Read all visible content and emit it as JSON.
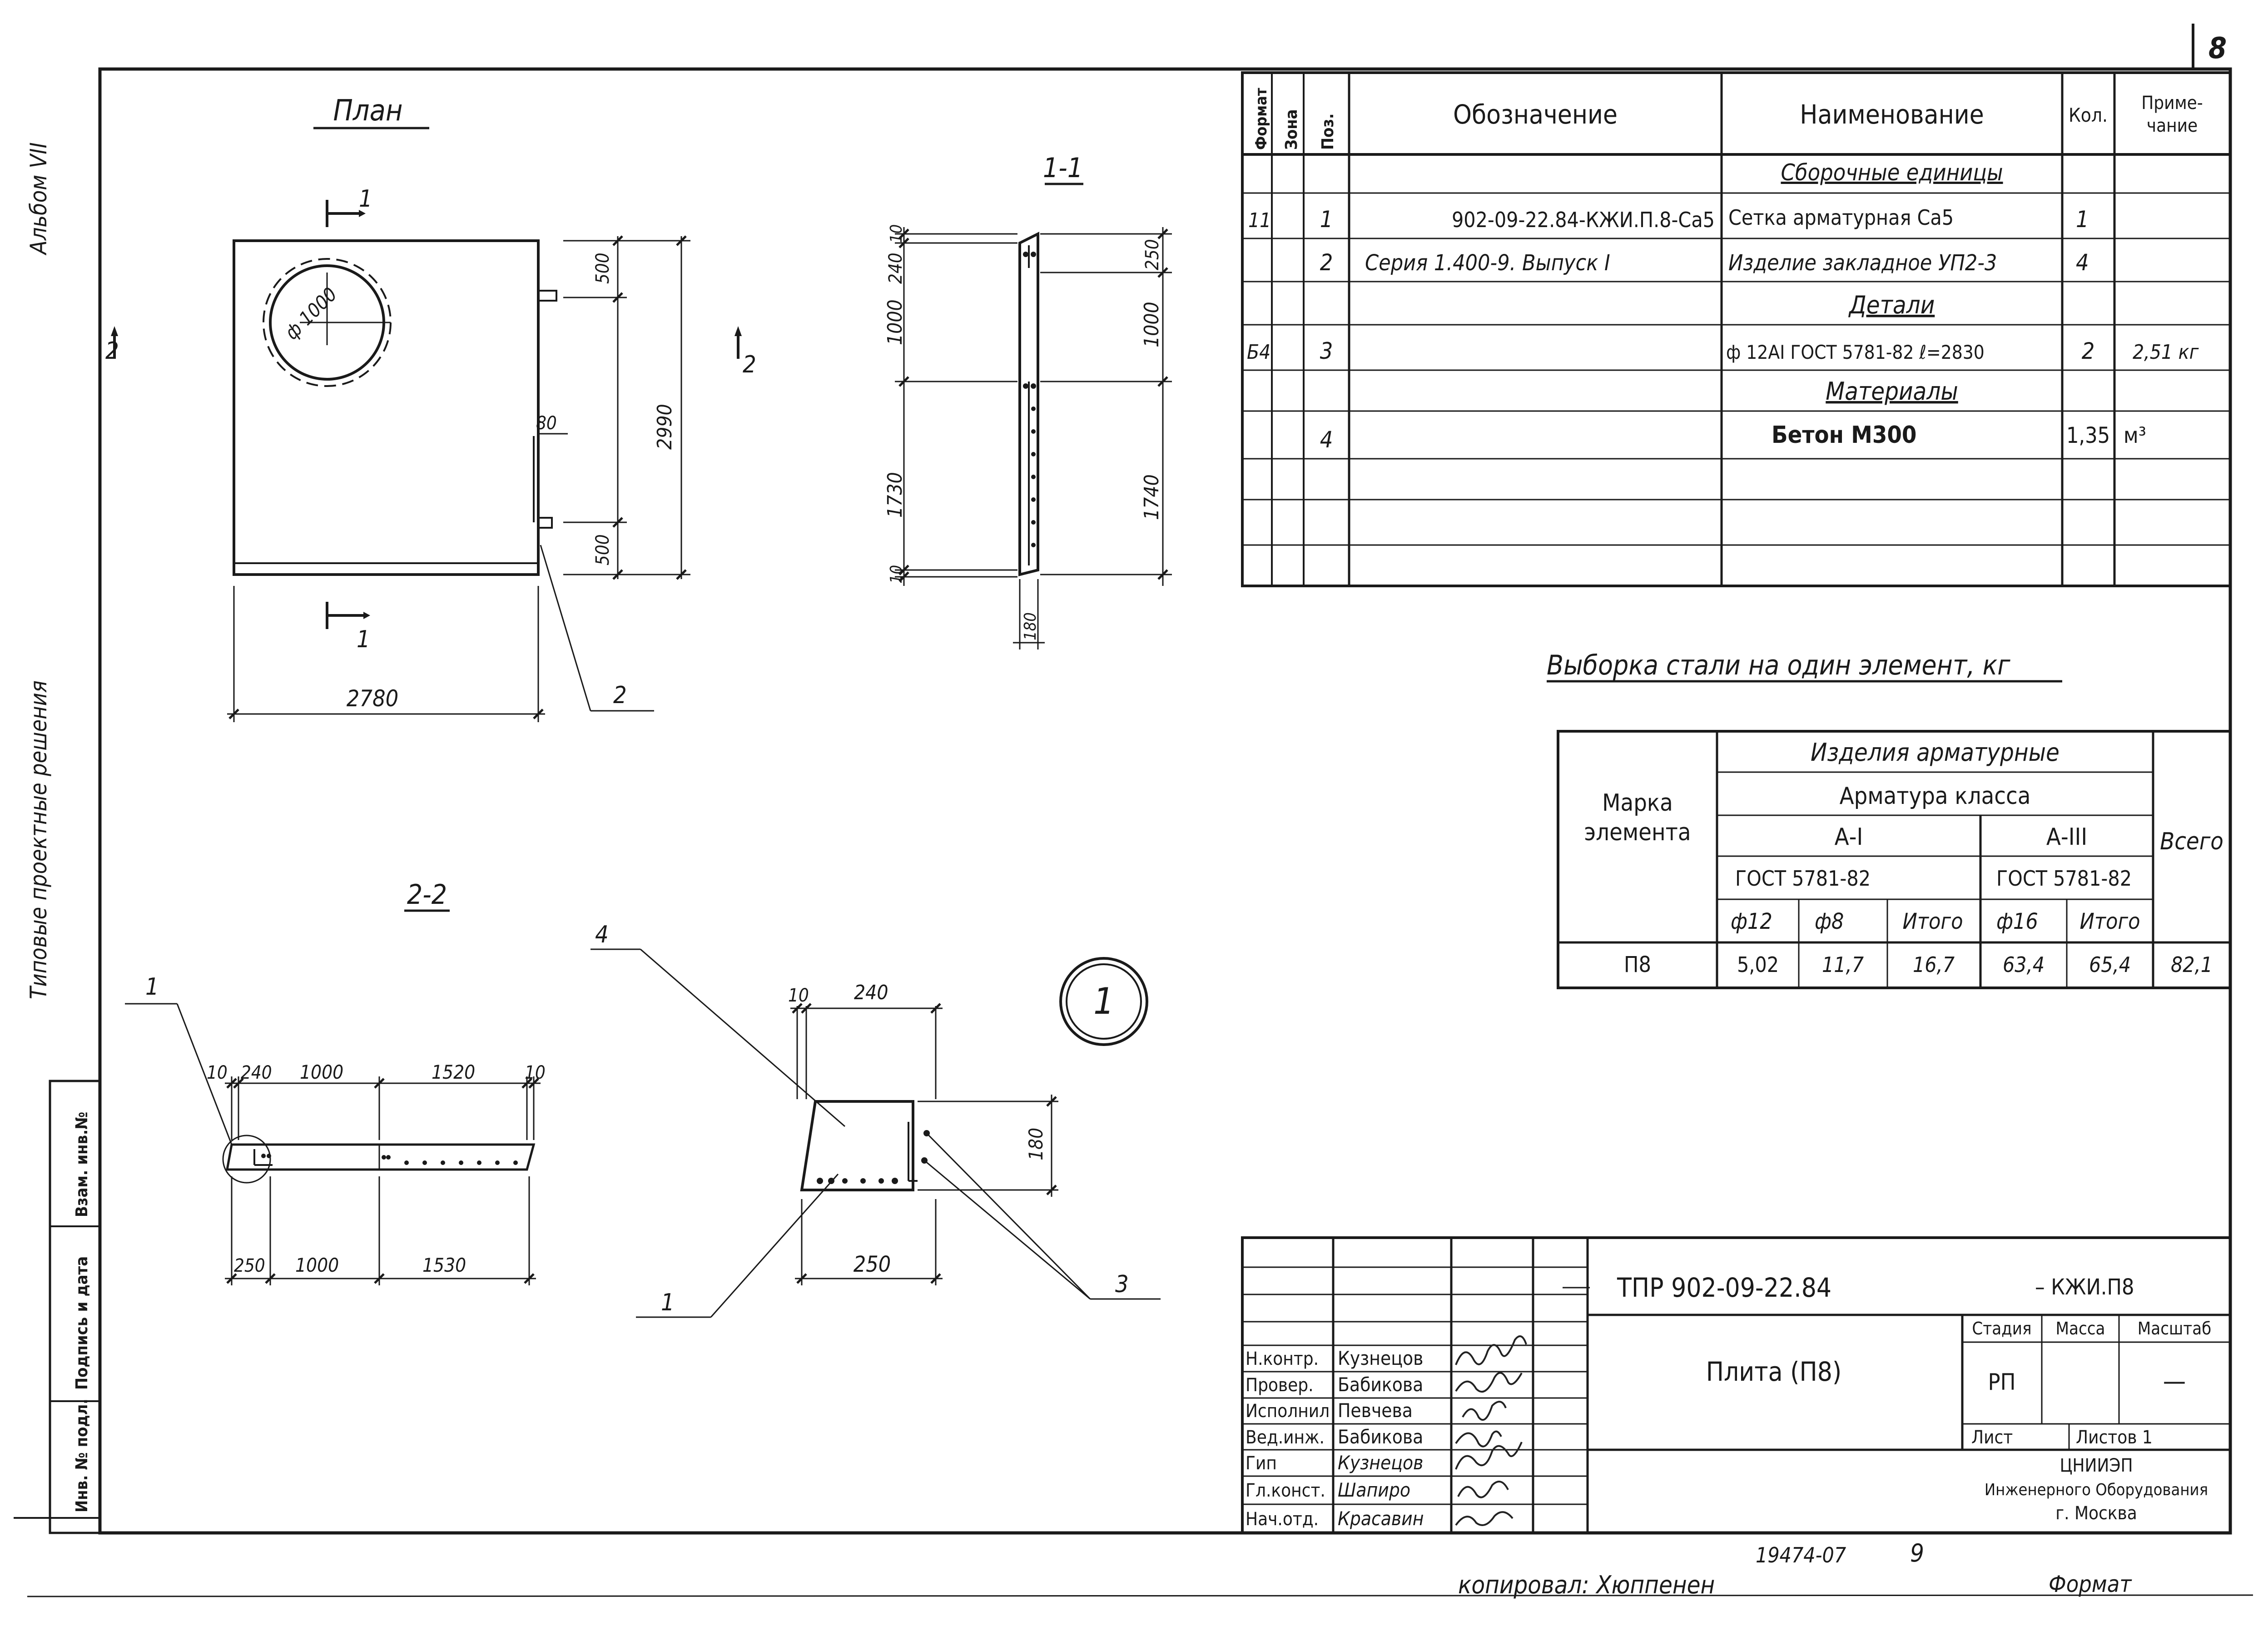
{
  "sheet": {
    "sheet_number": "8",
    "side_texts": {
      "album": "Альбом VII",
      "typical": "Типовые проектные решения",
      "stamp_cols": [
        "Инв. № подл.",
        "Подпись и дата",
        "Взам. инв.№"
      ]
    },
    "footer": {
      "number": "19474-07",
      "page": "9",
      "copied": "копировал: Хюппенен",
      "format": "Формат"
    }
  },
  "drawings": {
    "plan": {
      "title": "План",
      "section_1_label": "1",
      "section_2_label": "2",
      "circle_label": "ф 1000",
      "dims": {
        "top": "500",
        "bottom": "500",
        "height": "2990",
        "gap": "80",
        "width": "2780"
      },
      "pointer_2": "2"
    },
    "section_1_1": {
      "title": "1-1",
      "left_dims": [
        "10",
        "240",
        "1000",
        "1730",
        "10"
      ],
      "right_dims": [
        "250",
        "1000",
        "1740"
      ],
      "bottom_dim": "180"
    },
    "section_2_2": {
      "title": "2-2",
      "pointer_1": "1",
      "top_dims": [
        "10",
        "240",
        "1000",
        "1520",
        "10"
      ],
      "bottom_dims": [
        "250",
        "1000",
        "1530"
      ]
    },
    "detail": {
      "pointer_4": "4",
      "pointer_1": "1",
      "pointer_3": "3",
      "top_dims": [
        "10",
        "240"
      ],
      "height_dim": "180",
      "bottom_dim": "250",
      "node_mark": "1"
    }
  },
  "spec_table": {
    "headers": [
      "Формат",
      "Зона",
      "Поз.",
      "Обозначение",
      "Наименование",
      "Кол.",
      "Приме-",
      "чание"
    ],
    "rows": [
      {
        "format": "",
        "pos": "",
        "designation": "",
        "name": "Сборочные единицы",
        "qty": "",
        "note": "",
        "section": true
      },
      {
        "format": "11",
        "pos": "1",
        "designation": "902-09-22.84-КЖИ.П.8-Са5",
        "name": "Сетка арматурная   Са5",
        "qty": "1",
        "note": ""
      },
      {
        "format": "",
        "pos": "2",
        "designation": "Серия 1.400-9. Выпуск I",
        "name": "Изделие закладное УП2-3",
        "qty": "4",
        "note": ""
      },
      {
        "format": "",
        "pos": "",
        "designation": "",
        "name": "Детали",
        "qty": "",
        "note": "",
        "section": true
      },
      {
        "format": "Б4",
        "pos": "3",
        "designation": "",
        "name": "ф 12АI  ГОСТ 5781-82 ℓ=2830",
        "qty": "2",
        "note": "2,51 кг"
      },
      {
        "format": "",
        "pos": "",
        "designation": "",
        "name": "Материалы",
        "qty": "",
        "note": "",
        "section": true
      },
      {
        "format": "",
        "pos": "4",
        "designation": "",
        "name": "Бетон   М300",
        "qty": "1,35",
        "note": "м³"
      }
    ]
  },
  "steel_table": {
    "title": "Выборка стали на один элемент, кг",
    "h_mark": [
      "Марка",
      "элемента"
    ],
    "h_items": "Изделия арматурные",
    "h_class": "Арматура класса",
    "h_a1": "А-I",
    "h_a3": "А-III",
    "h_total": "Всего",
    "h_gost1": "ГОСТ 5781-82",
    "h_gost3": "ГОСТ 5781-82",
    "h_cols": [
      "ф12",
      "ф8",
      "Итого",
      "ф16",
      "Итого"
    ],
    "row": {
      "mark": "П8",
      "v1": "5,02",
      "v2": "11,7",
      "v3": "16,7",
      "v4": "63,4",
      "v5": "65,4",
      "total": "82,1"
    }
  },
  "title_block": {
    "code": "ТПР 902-09-22.84",
    "mark": "– КЖИ.П8",
    "name": "Плита (П8)",
    "stage_h": "Стадия",
    "mass_h": "Масса",
    "scale_h": "Масштаб",
    "stage": "РП",
    "scale": "—",
    "sheet_h": "Лист",
    "sheets_h": "Листов 1",
    "org": [
      "ЦНИИЭП",
      "Инженерного Оборудования",
      "г. Москва"
    ],
    "roles": [
      {
        "role": "Н.контр.",
        "name": "Кузнецов"
      },
      {
        "role": "Провер.",
        "name": "Бабикова"
      },
      {
        "role": "Исполнил",
        "name": "Певчева"
      },
      {
        "role": "Вед.инж.",
        "name": "Бабикова"
      },
      {
        "role": "Гип",
        "name": "Кузнецов"
      },
      {
        "role": "Гл.конст.",
        "name": "Шапиро"
      },
      {
        "role": "Нач.отд.",
        "name": "Красавин"
      }
    ]
  }
}
